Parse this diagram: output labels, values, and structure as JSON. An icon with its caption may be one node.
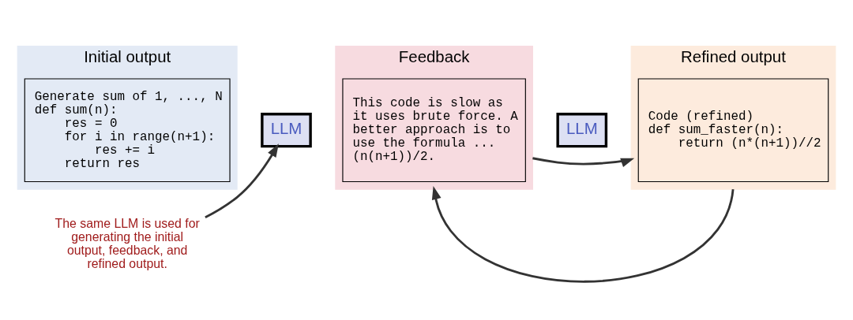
{
  "diagram": {
    "nodes": [
      {
        "text": [
          "Initial output"
        ]
      },
      {
        "text": [
          "Generate sum of 1, ..., N",
          "def sum(n):",
          "res = 0",
          "for i in range(n+1):",
          "res += i",
          "return res"
        ],
        "in": 0
      },
      {
        "text": [
          "LLM"
        ]
      },
      {
        "text": [
          "Feedback"
        ]
      },
      {
        "text": [
          "This code is slow as it uses brute force. A better approach is to use the formula ... (n(n+1))/2."
        ],
        "in": 3
      },
      {
        "text": [
          "LLM"
        ]
      },
      {
        "text": [
          "Refined output"
        ]
      },
      {
        "text": [
          "Code (refined)",
          "def sum_faster(n):",
          "return (n*(n+1))//2"
        ],
        "in": 6
      },
      {
        "text": [
          "The same LLM is used for generating the initial output, feedback, and refined output."
        ]
      }
    ],
    "edges": [
      {
        "from": 3,
        "to": 6,
        "arrow": "to"
      },
      {
        "from": 6,
        "to": 3,
        "arrow": "to"
      },
      {
        "from": 8,
        "to": 2,
        "arrow": "to"
      }
    ]
  }
}
